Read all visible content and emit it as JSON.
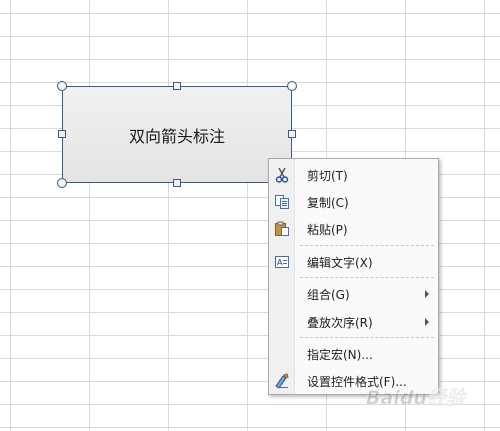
{
  "shape": {
    "text": "双向箭头标注"
  },
  "context_menu": {
    "items": [
      {
        "label": "剪切(T)",
        "icon": "scissors-icon"
      },
      {
        "label": "复制(C)",
        "icon": "copy-icon"
      },
      {
        "label": "粘贴(P)",
        "icon": "paste-icon"
      },
      {
        "label": "编辑文字(X)",
        "icon": "edit-text-icon"
      },
      {
        "label": "组合(G)",
        "submenu": true
      },
      {
        "label": "叠放次序(R)",
        "submenu": true
      },
      {
        "label": "指定宏(N)..."
      },
      {
        "label": "设置控件格式(F)...",
        "icon": "format-control-icon"
      }
    ]
  },
  "watermark": {
    "text": "Baidu经验"
  },
  "colors": {
    "shape_border": "#3d5a80",
    "grid_line": "#d4d4d4",
    "menu_bg": "#fafafa"
  }
}
